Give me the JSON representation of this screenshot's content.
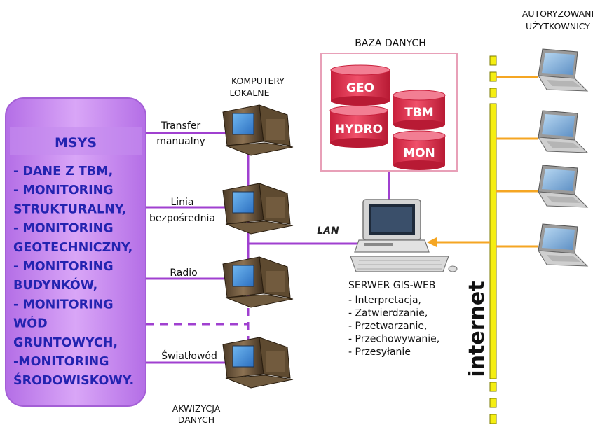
{
  "msys": {
    "title": "MSYS",
    "lines": [
      "- DANE Z TBM,",
      "- MONITORING",
      "STRUKTURALNY,",
      "- MONITORING",
      "GEOTECHNICZNY,",
      "- MONITORING",
      "BUDYNKÓW,",
      "- MONITORING",
      "WÓD",
      "GRUNTOWYCH,",
      "-MONITORING",
      "ŚRODOWISKOWY."
    ],
    "fill_color": "#c989f2"
  },
  "local_computers": {
    "title_lines": [
      "KOMPUTERY",
      "LOKALNE"
    ]
  },
  "acquisition": {
    "title_lines": [
      "AKWIZYCJA",
      "DANYCH"
    ]
  },
  "links": [
    {
      "lines": [
        "Transfer",
        "manualny"
      ]
    },
    {
      "lines": [
        "Linia",
        "bezpośrednia"
      ]
    },
    {
      "lines": [
        "Radio"
      ]
    },
    {
      "lines": [
        "Światłowód"
      ]
    }
  ],
  "database": {
    "title": "BAZA DANYCH",
    "cylinders": [
      "GEO",
      "TBM",
      "HYDRO",
      "MON"
    ],
    "border_color": "#e8a0b8",
    "cylinder_color": "#e0304e"
  },
  "lan": {
    "label": "LAN"
  },
  "server": {
    "title": "SERWER GIS-WEB",
    "functions": [
      "- Interpretacja,",
      "- Zatwierdzanie,",
      "- Przetwarzanie,",
      "- Przechowywanie,",
      "- Przesyłanie"
    ]
  },
  "internet": {
    "label": "internet",
    "bus_color": "#f5ee12"
  },
  "users": {
    "title_lines": [
      "AUTORYZOWANI",
      "UŻYTKOWNICY"
    ],
    "laptop_count": 4
  },
  "colors": {
    "link": "#a040d0",
    "arrow": "#f5a623"
  }
}
